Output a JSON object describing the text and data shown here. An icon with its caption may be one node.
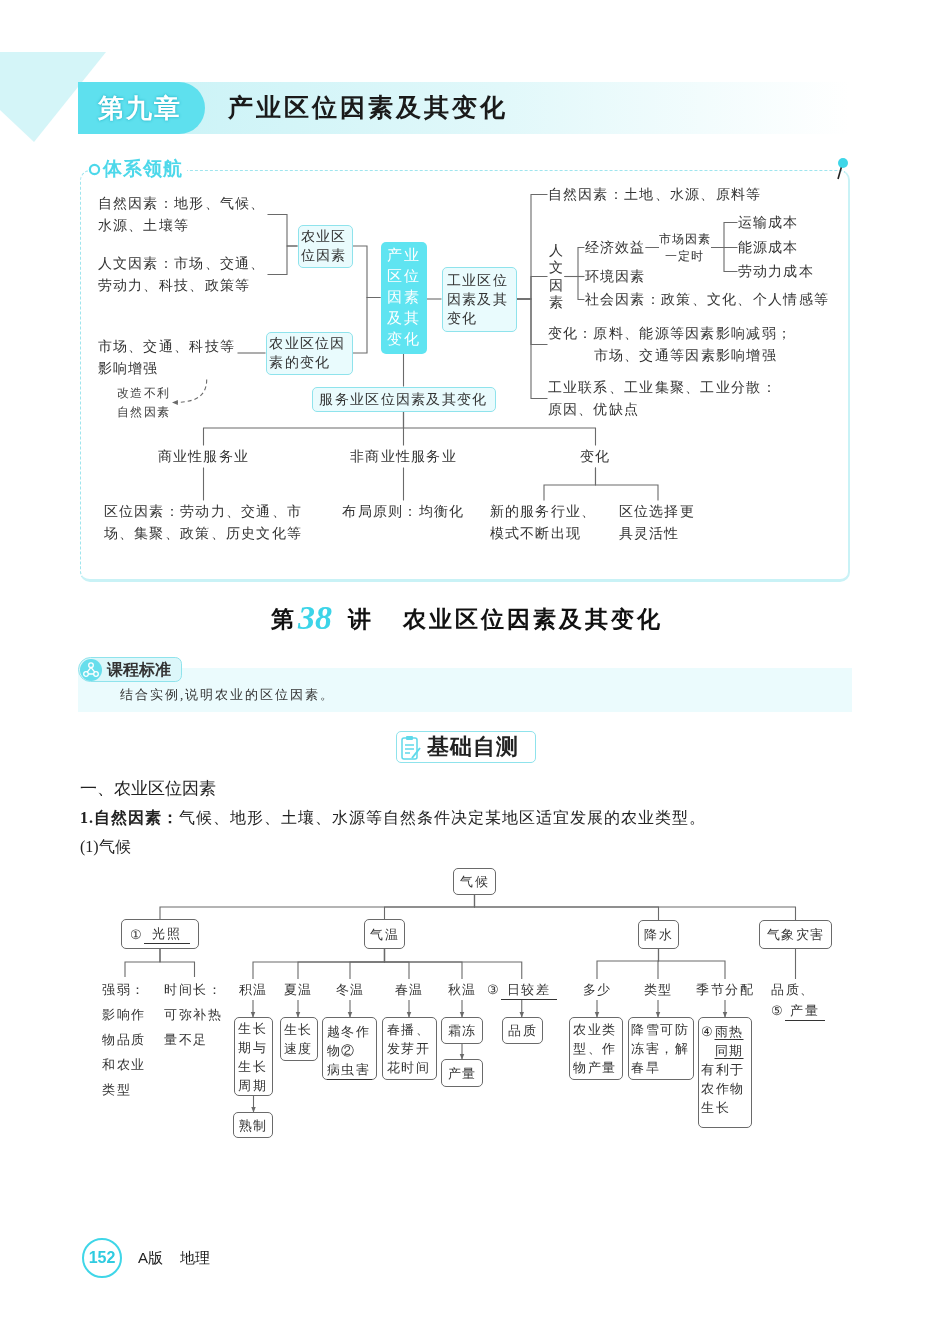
{
  "diagram": {
    "nodes": [
      {
        "text": [
          "第九章",
          "产业区位因素及其变化"
        ]
      },
      {
        "text": [
          "体系领航"
        ]
      },
      {
        "text": [
          "自然因素：地形、气候、水源、土壤等"
        ],
        "in": 1
      },
      {
        "text": [
          "人文因素：市场、交通、劳动力、科技、政策等"
        ],
        "in": 1
      },
      {
        "text": [
          "农业区位因素"
        ],
        "in": 1
      },
      {
        "text": [
          "产业区位因素及其变化"
        ],
        "in": 1
      },
      {
        "text": [
          "工业区位因素及其变化"
        ],
        "in": 1
      },
      {
        "text": [
          "市场、交通、科技等影响增强"
        ],
        "in": 1
      },
      {
        "text": [
          "农业区位因素的变化"
        ],
        "in": 1
      },
      {
        "text": [
          "改造不利自然因素"
        ],
        "in": 1
      },
      {
        "text": [
          "服务业区位因素及其变化"
        ],
        "in": 1
      },
      {
        "text": [
          "自然因素：土地、水源、原料等"
        ],
        "in": 1
      },
      {
        "text": [
          "人文因素"
        ],
        "in": 1
      },
      {
        "text": [
          "经济效益"
        ],
        "in": 1
      },
      {
        "text": [
          "环境因素"
        ],
        "in": 1
      },
      {
        "text": [
          "社会因素：政策、文化、个人情感等"
        ],
        "in": 1
      },
      {
        "text": [
          "运输成本"
        ],
        "in": 1
      },
      {
        "text": [
          "能源成本"
        ],
        "in": 1
      },
      {
        "text": [
          "劳动力成本"
        ],
        "in": 1
      },
      {
        "text": [
          "变化：原料、能源等因素影响减弱；市场、交通等因素影响增强"
        ],
        "in": 1
      },
      {
        "text": [
          "工业联系、工业集聚、工业分散：原因、优缺点"
        ],
        "in": 1
      },
      {
        "text": [
          "商业性服务业"
        ],
        "in": 1
      },
      {
        "text": [
          "非商业性服务业"
        ],
        "in": 1
      },
      {
        "text": [
          "变化"
        ],
        "in": 1
      },
      {
        "text": [
          "区位因素：劳动力、交通、市场、集聚、政策、历史文化等"
        ],
        "in": 1
      },
      {
        "text": [
          "布局原则：均衡化"
        ],
        "in": 1
      },
      {
        "text": [
          "新的服务行业、模式不断出现"
        ],
        "in": 1
      },
      {
        "text": [
          "区位选择更具灵活性"
        ],
        "in": 1
      },
      {
        "text": [
          "课程标准",
          "结合实例,说明农业的区位因素。"
        ]
      },
      {
        "text": [
          "基础自测"
        ]
      },
      {
        "text": [
          "气候"
        ]
      },
      {
        "text": [
          "①",
          "光照"
        ]
      },
      {
        "text": [
          "气温"
        ]
      },
      {
        "text": [
          "降水"
        ]
      },
      {
        "text": [
          "气象灾害"
        ]
      },
      {
        "text": [
          "强弱：影响作物品质和农业类型"
        ]
      },
      {
        "text": [
          "时间长：可弥补热量不足"
        ]
      },
      {
        "text": [
          "积温"
        ]
      },
      {
        "text": [
          "夏温"
        ]
      },
      {
        "text": [
          "冬温"
        ]
      },
      {
        "text": [
          "春温"
        ]
      },
      {
        "text": [
          "秋温"
        ]
      },
      {
        "text": [
          "③",
          "日较差"
        ]
      },
      {
        "text": [
          "生长期与生长周期"
        ]
      },
      {
        "text": [
          "熟制"
        ]
      },
      {
        "text": [
          "生长速度"
        ]
      },
      {
        "text": [
          "越冬作物②",
          "病虫害"
        ]
      },
      {
        "text": [
          "春播、发芽开花时间"
        ]
      },
      {
        "text": [
          "霜冻"
        ]
      },
      {
        "text": [
          "产量"
        ]
      },
      {
        "text": [
          "品质"
        ]
      },
      {
        "text": [
          "多少"
        ]
      },
      {
        "text": [
          "类型"
        ]
      },
      {
        "text": [
          "季节分配"
        ]
      },
      {
        "text": [
          "农业类型、作物产量"
        ]
      },
      {
        "text": [
          "降雪可防冻害，解春旱"
        ]
      },
      {
        "text": [
          "④",
          "雨热同期",
          "有利于农作物生长"
        ]
      },
      {
        "text": [
          "品质、",
          "⑤",
          "产量"
        ]
      }
    ],
    "edges": [
      {
        "from": 2,
        "to": 4,
        "arrow": "none"
      },
      {
        "from": 3,
        "to": 4,
        "arrow": "none"
      },
      {
        "from": 4,
        "to": 5,
        "arrow": "none"
      },
      {
        "from": 8,
        "to": 5,
        "arrow": "none"
      },
      {
        "from": 7,
        "to": 8,
        "arrow": "none"
      },
      {
        "from": 7,
        "to": 9,
        "arrow": "to",
        "style": "dashed"
      },
      {
        "from": 5,
        "to": 6,
        "arrow": "none"
      },
      {
        "from": 5,
        "to": 10,
        "arrow": "none"
      },
      {
        "from": 6,
        "to": 11,
        "arrow": "none"
      },
      {
        "from": 6,
        "to": 12,
        "arrow": "none"
      },
      {
        "from": 6,
        "to": 19,
        "arrow": "none"
      },
      {
        "from": 6,
        "to": 20,
        "arrow": "none"
      },
      {
        "from": 12,
        "to": 13,
        "arrow": "none"
      },
      {
        "from": 12,
        "to": 14,
        "arrow": "none"
      },
      {
        "from": 12,
        "to": 15,
        "arrow": "none"
      },
      {
        "from": 13,
        "to": 16,
        "arrow": "none"
      },
      {
        "from": 13,
        "to": 17,
        "arrow": "none",
        "label": "市场因素一定时"
      },
      {
        "from": 13,
        "to": 18,
        "arrow": "none"
      },
      {
        "from": 10,
        "to": 21,
        "arrow": "none"
      },
      {
        "from": 10,
        "to": 22,
        "arrow": "none"
      },
      {
        "from": 10,
        "to": 23,
        "arrow": "none"
      },
      {
        "from": 21,
        "to": 24,
        "arrow": "none"
      },
      {
        "from": 22,
        "to": 25,
        "arrow": "none"
      },
      {
        "from": 23,
        "to": 26,
        "arrow": "none"
      },
      {
        "from": 23,
        "to": 27,
        "arrow": "none"
      },
      {
        "from": 30,
        "to": 31,
        "arrow": "none"
      },
      {
        "from": 30,
        "to": 32,
        "arrow": "none"
      },
      {
        "from": 30,
        "to": 33,
        "arrow": "none"
      },
      {
        "from": 30,
        "to": 34,
        "arrow": "none"
      },
      {
        "from": 31,
        "to": 35,
        "arrow": "none"
      },
      {
        "from": 31,
        "to": 36,
        "arrow": "none"
      },
      {
        "from": 32,
        "to": 37,
        "arrow": "none"
      },
      {
        "from": 32,
        "to": 38,
        "arrow": "none"
      },
      {
        "from": 32,
        "to": 39,
        "arrow": "none"
      },
      {
        "from": 32,
        "to": 40,
        "arrow": "none"
      },
      {
        "from": 32,
        "to": 41,
        "arrow": "none"
      },
      {
        "from": 32,
        "to": 42,
        "arrow": "none"
      },
      {
        "from": 37,
        "to": 43,
        "arrow": "to"
      },
      {
        "from": 43,
        "to": 44,
        "arrow": "to"
      },
      {
        "from": 38,
        "to": 45,
        "arrow": "to"
      },
      {
        "from": 39,
        "to": 46,
        "arrow": "to"
      },
      {
        "from": 40,
        "to": 47,
        "arrow": "to"
      },
      {
        "from": 41,
        "to": 48,
        "arrow": "to"
      },
      {
        "from": 48,
        "to": 49,
        "arrow": "to"
      },
      {
        "from": 42,
        "to": 50,
        "arrow": "to"
      },
      {
        "from": 33,
        "to": 51,
        "arrow": "none"
      },
      {
        "from": 33,
        "to": 52,
        "arrow": "none"
      },
      {
        "from": 33,
        "to": 53,
        "arrow": "none"
      },
      {
        "from": 51,
        "to": 54,
        "arrow": "to"
      },
      {
        "from": 52,
        "to": 55,
        "arrow": "to"
      },
      {
        "from": 53,
        "to": 56,
        "arrow": "to"
      },
      {
        "from": 34,
        "to": 57,
        "arrow": "none"
      }
    ],
    "labels": [
      "第",
      "38",
      "讲",
      "农业区位因素及其变化",
      "一、农业区位因素",
      "**1.自然因素：**气候、地形、土壤、水源等自然条件决定某地区适宜发展的农业类型。",
      "(1)气候",
      "152",
      "A版",
      "地理"
    ]
  }
}
